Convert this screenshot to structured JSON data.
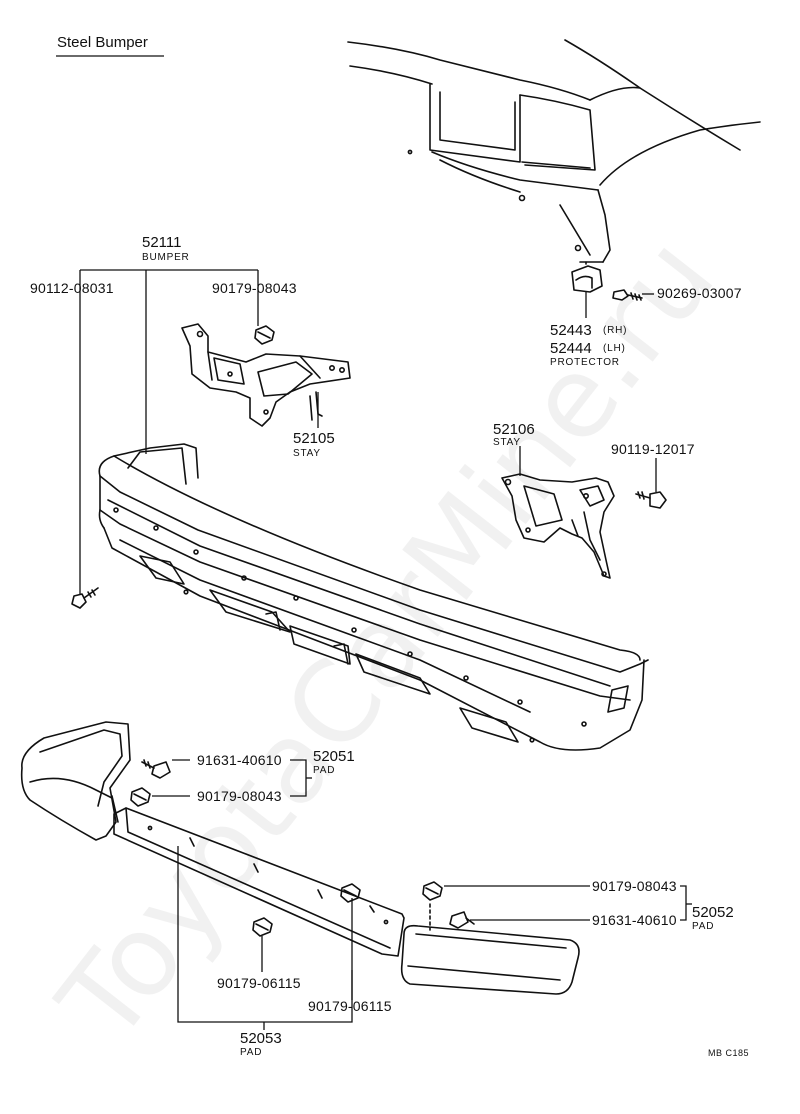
{
  "title": "Steel Bumper",
  "watermark": "ToyotaCarMine.ru",
  "figure_code": "MB C185",
  "parts": {
    "p52111": {
      "number": "52111",
      "name": "BUMPER"
    },
    "p90112": {
      "number": "90112-08031"
    },
    "p90179_stay": {
      "number": "90179-08043"
    },
    "p52105": {
      "number": "52105",
      "name": "STAY"
    },
    "p52106": {
      "number": "52106",
      "name": "STAY"
    },
    "p90119": {
      "number": "90119-12017"
    },
    "p90269": {
      "number": "90269-03007"
    },
    "p52443": {
      "number": "52443",
      "side": "(RH)"
    },
    "p52444": {
      "number": "52444",
      "side": "(LH)",
      "name": "PROTECTOR"
    },
    "p91631_l": {
      "number": "91631-40610"
    },
    "p90179_l": {
      "number": "90179-08043"
    },
    "p52051": {
      "number": "52051",
      "name": "PAD"
    },
    "p90179_r": {
      "number": "90179-08043"
    },
    "p91631_r": {
      "number": "91631-40610"
    },
    "p52052": {
      "number": "52052",
      "name": "PAD"
    },
    "p90179_061_a": {
      "number": "90179-06115"
    },
    "p90179_061_b": {
      "number": "90179-06115"
    },
    "p52053": {
      "number": "52053",
      "name": "PAD"
    }
  }
}
